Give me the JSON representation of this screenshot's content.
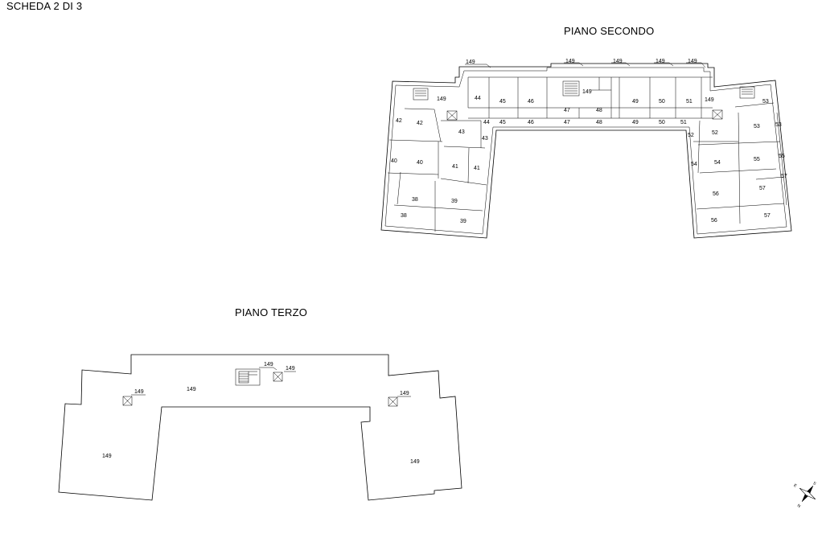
{
  "sheet_label": "SCHEDA 2 DI 3",
  "plans": {
    "second_floor": {
      "title": "PIANO SECONDO",
      "labels": [
        {
          "t": "149"
        },
        {
          "t": "149"
        },
        {
          "t": "149"
        },
        {
          "t": "149"
        },
        {
          "t": "149"
        },
        {
          "t": "149"
        },
        {
          "t": "149"
        },
        {
          "t": "149"
        },
        {
          "t": "44"
        },
        {
          "t": "45"
        },
        {
          "t": "46"
        },
        {
          "t": "47"
        },
        {
          "t": "48"
        },
        {
          "t": "49"
        },
        {
          "t": "50"
        },
        {
          "t": "51"
        },
        {
          "t": "44"
        },
        {
          "t": "45"
        },
        {
          "t": "46"
        },
        {
          "t": "47"
        },
        {
          "t": "48"
        },
        {
          "t": "49"
        },
        {
          "t": "50"
        },
        {
          "t": "51"
        },
        {
          "t": "42"
        },
        {
          "t": "42"
        },
        {
          "t": "43"
        },
        {
          "t": "43"
        },
        {
          "t": "40"
        },
        {
          "t": "40"
        },
        {
          "t": "41"
        },
        {
          "t": "41"
        },
        {
          "t": "38"
        },
        {
          "t": "39"
        },
        {
          "t": "38"
        },
        {
          "t": "39"
        },
        {
          "t": "53"
        },
        {
          "t": "53"
        },
        {
          "t": "53"
        },
        {
          "t": "52"
        },
        {
          "t": "52"
        },
        {
          "t": "54"
        },
        {
          "t": "54"
        },
        {
          "t": "55"
        },
        {
          "t": "55"
        },
        {
          "t": "57"
        },
        {
          "t": "56"
        },
        {
          "t": "57"
        },
        {
          "t": "56"
        },
        {
          "t": "57"
        }
      ]
    },
    "third_floor": {
      "title": "PIANO TERZO",
      "labels": [
        {
          "t": "149"
        },
        {
          "t": "149"
        },
        {
          "t": "149"
        },
        {
          "t": "149"
        },
        {
          "t": "149"
        },
        {
          "t": "149"
        },
        {
          "t": "149"
        }
      ]
    }
  },
  "compass": {
    "letters": [
      "S",
      "E",
      "N"
    ]
  }
}
